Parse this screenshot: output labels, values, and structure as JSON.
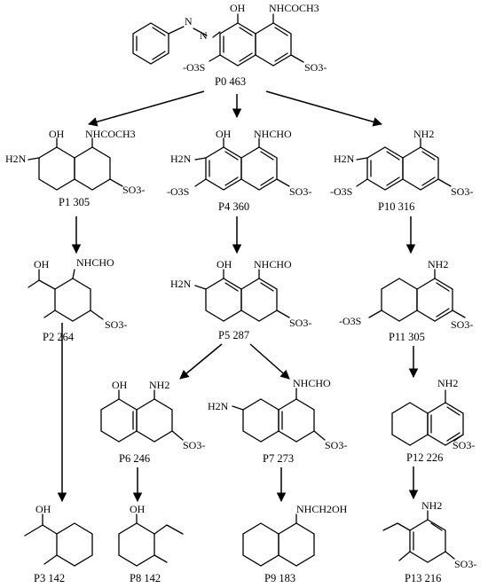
{
  "pathway": {
    "compounds": [
      {
        "id": "P0",
        "mass": "463",
        "caption": "P0 463",
        "groups": [
          "OH",
          "NHCOCH3",
          "N",
          "N",
          "-O3S",
          "SO3-"
        ]
      },
      {
        "id": "P1",
        "mass": "305",
        "caption": "P1 305",
        "groups": [
          "OH",
          "NHCOCH3",
          "H2N",
          "SO3-"
        ]
      },
      {
        "id": "P4",
        "mass": "360",
        "caption": "P4 360",
        "groups": [
          "OH",
          "NHCHO",
          "H2N",
          "-O3S",
          "SO3-"
        ]
      },
      {
        "id": "P10",
        "mass": "316",
        "caption": "P10 316",
        "groups": [
          "NH2",
          "H2N",
          "-O3S",
          "SO3-"
        ]
      },
      {
        "id": "P2",
        "mass": "264",
        "caption": "P2 264",
        "groups": [
          "OH",
          "NHCHO",
          "SO3-"
        ]
      },
      {
        "id": "P5",
        "mass": "287",
        "caption": "P5 287",
        "groups": [
          "OH",
          "NHCHO",
          "H2N",
          "SO3-"
        ]
      },
      {
        "id": "P11",
        "mass": "305",
        "caption": "P11 305",
        "groups": [
          "NH2",
          "-O3S",
          "SO3-"
        ]
      },
      {
        "id": "P6",
        "mass": "246",
        "caption": "P6 246",
        "groups": [
          "OH",
          "NH2",
          "SO3-"
        ]
      },
      {
        "id": "P7",
        "mass": "273",
        "caption": "P7 273",
        "groups": [
          "NHCHO",
          "H2N",
          "SO3-"
        ]
      },
      {
        "id": "P12",
        "mass": "226",
        "caption": "P12 226",
        "groups": [
          "NH2",
          "SO3-"
        ]
      },
      {
        "id": "P3",
        "mass": "142",
        "caption": "P3 142",
        "groups": [
          "OH"
        ]
      },
      {
        "id": "P8",
        "mass": "142",
        "caption": "P8 142",
        "groups": [
          "OH"
        ]
      },
      {
        "id": "P9",
        "mass": "183",
        "caption": "P9 183",
        "groups": [
          "NHCH2OH"
        ]
      },
      {
        "id": "P13",
        "mass": "216",
        "caption": "P13 216",
        "groups": [
          "NH2",
          "SO3-"
        ]
      }
    ],
    "arrows": [
      {
        "from": "P0",
        "to": "P1"
      },
      {
        "from": "P0",
        "to": "P4"
      },
      {
        "from": "P0",
        "to": "P10"
      },
      {
        "from": "P1",
        "to": "P2"
      },
      {
        "from": "P2",
        "to": "P3"
      },
      {
        "from": "P4",
        "to": "P5"
      },
      {
        "from": "P5",
        "to": "P6"
      },
      {
        "from": "P5",
        "to": "P7"
      },
      {
        "from": "P6",
        "to": "P8"
      },
      {
        "from": "P7",
        "to": "P9"
      },
      {
        "from": "P10",
        "to": "P11"
      },
      {
        "from": "P11",
        "to": "P12"
      },
      {
        "from": "P12",
        "to": "P13"
      }
    ]
  }
}
